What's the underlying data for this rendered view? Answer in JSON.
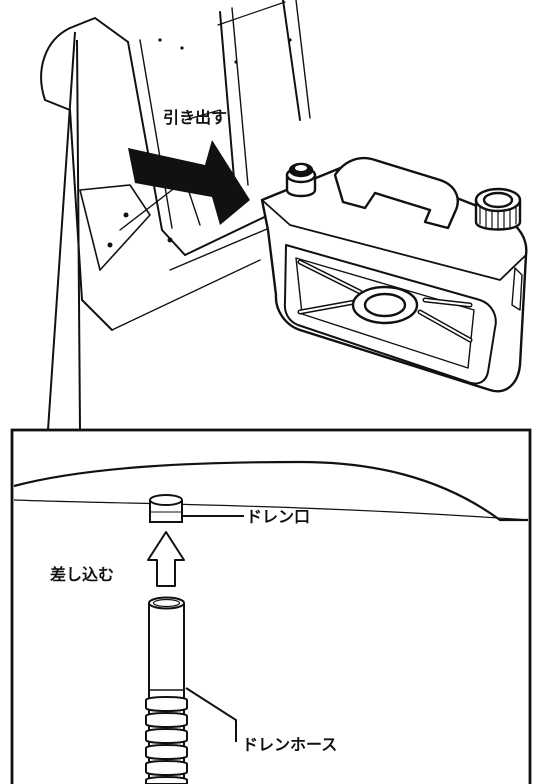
{
  "labels": {
    "pull_out": "引き出す",
    "drain_port": "ドレン口",
    "insert": "差し込む",
    "drain_hose": "ドレンホース"
  },
  "colors": {
    "ink": "#111111",
    "background": "#ffffff",
    "arrow_fill": "#111111"
  },
  "icons": {
    "pull_arrow": "right-arrow-icon",
    "insert_arrow": "up-arrow-icon"
  }
}
